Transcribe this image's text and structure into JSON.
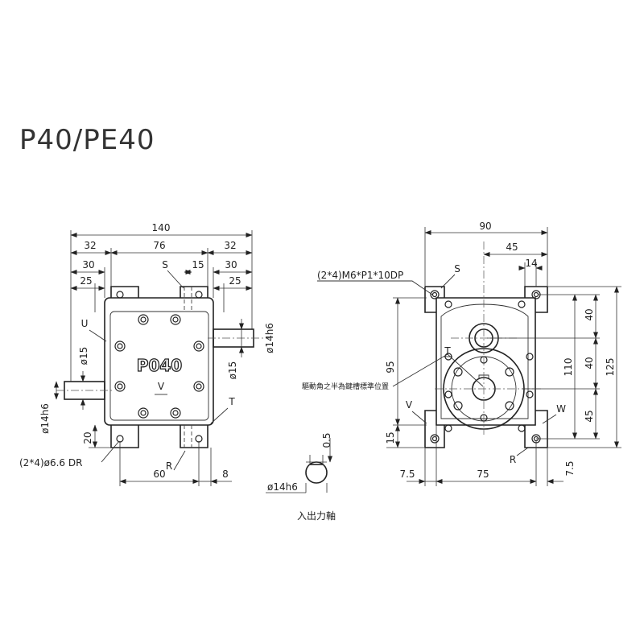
{
  "title": "P40/PE40",
  "front_view": {
    "dims": {
      "d140": "140",
      "d32_left": "32",
      "d76": "76",
      "d32_right": "32",
      "d30_left": "30",
      "d15": "15",
      "d30_right": "30",
      "d25_left": "25",
      "d25_right": "25",
      "phi14h6_top": "ø14h6",
      "phi15_left": "ø15",
      "phi15_right": "ø15",
      "phi14h6_bottom": "ø14h6",
      "d20": "20",
      "d60": "60",
      "d8": "8"
    },
    "labels": {
      "S": "S",
      "U": "U",
      "V": "V",
      "T": "T",
      "R": "R",
      "model": "P040"
    },
    "callout_holes": "(2*4)ø6.6 DR"
  },
  "side_view": {
    "dims": {
      "d90": "90",
      "d45_top": "45",
      "d14": "14",
      "d95": "95",
      "d15": "15",
      "d40_upper": "40",
      "d110": "110",
      "d40_lower": "40",
      "d125": "125",
      "d45_right": "45",
      "d7_5_left": "7.5",
      "d75": "75",
      "d7_5_right": "7.5"
    },
    "labels": {
      "S": "S",
      "T": "T",
      "V": "V",
      "W": "W",
      "R": "R"
    },
    "callout_tap": "(2*4)M6*P1*10DP",
    "note_keyway": "驅動角之半為鍵槽標準位置"
  },
  "shaft_detail": {
    "d0_5": "0.5",
    "phi14h6": "ø14h6",
    "caption": "入出力軸"
  }
}
